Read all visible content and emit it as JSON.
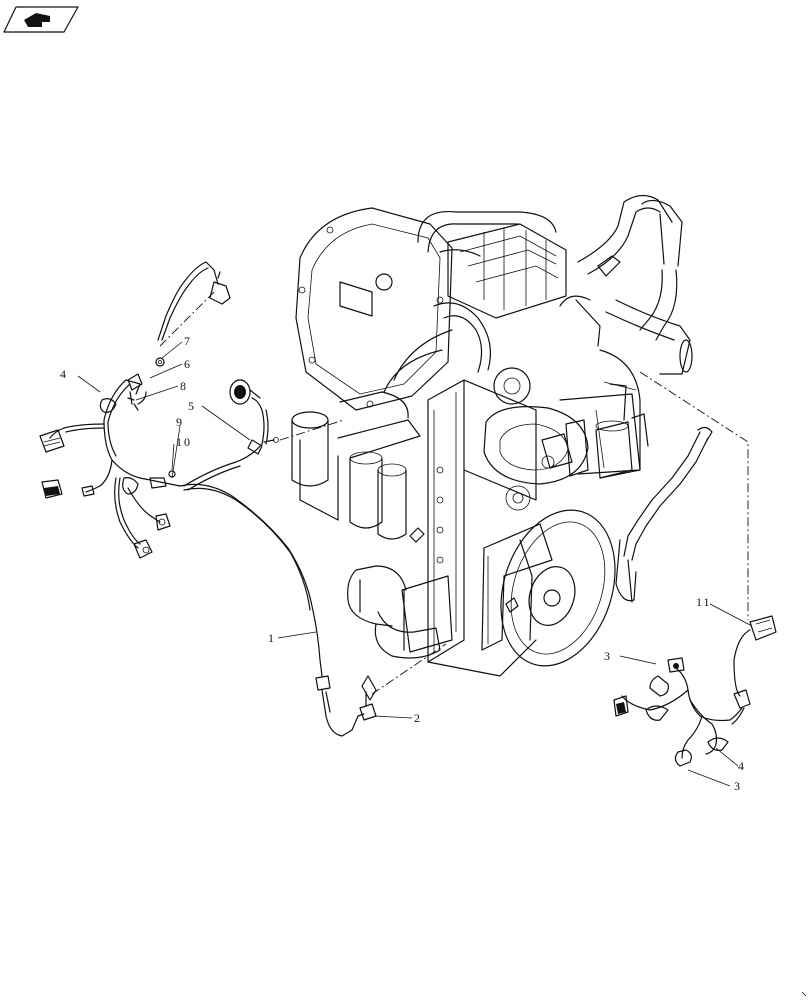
{
  "nav_icon": "arrow-book-icon",
  "callouts": {
    "c1": "1",
    "c2": "2",
    "c3a": "3",
    "c3b": "3",
    "c4a": "4",
    "c4b": "4",
    "c5": "5",
    "c6": "6",
    "c7": "7",
    "c8": "8",
    "c9": "9",
    "c10": "10",
    "c11": "11"
  }
}
